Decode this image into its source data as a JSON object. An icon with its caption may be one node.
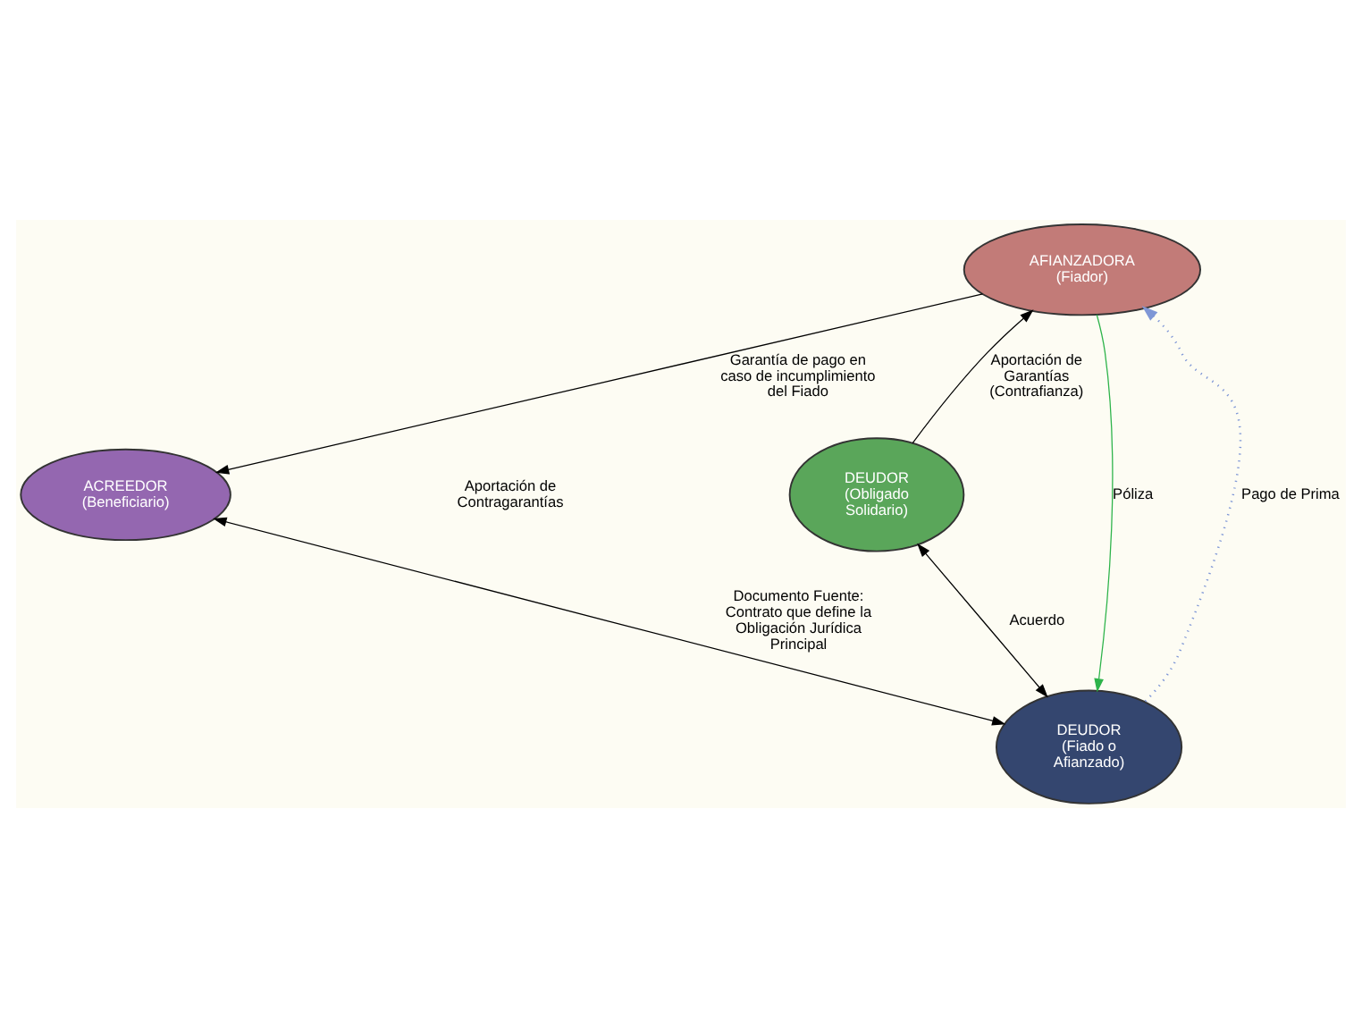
{
  "diagram": {
    "nodes": [
      {
        "text": [
          "AFIANZADORA",
          "(Fiador)"
        ]
      },
      {
        "text": [
          "ACREEDOR",
          "(Beneficiario)"
        ]
      },
      {
        "text": [
          "DEUDOR",
          "(Obligado Solidario)"
        ]
      },
      {
        "text": [
          "DEUDOR",
          "(Fiado o Afianzado)"
        ]
      }
    ],
    "edges": [
      {
        "from": 0,
        "to": 1,
        "arrow": "to",
        "label": "Garantía de pago en caso de incumplimiento del Fiado"
      },
      {
        "from": 2,
        "to": 0,
        "arrow": "to",
        "label": "Aportación de Garantías (Contrafianza)"
      },
      {
        "from": 0,
        "to": 3,
        "arrow": "to",
        "label": "Póliza",
        "color": "#2db34a"
      },
      {
        "from": 3,
        "to": 0,
        "arrow": "to",
        "label": "Pago de Prima",
        "style": "dashed",
        "color": "#7f97d6"
      },
      {
        "from": 1,
        "to": 3,
        "arrow": "both",
        "label": "Documento Fuente: Contrato que define la Obligación Jurídica Principal"
      },
      {
        "from": 3,
        "to": 2,
        "arrow": "both",
        "label": "Acuerdo"
      }
    ],
    "labels": [
      "Aportación de Contragarantías"
    ]
  }
}
